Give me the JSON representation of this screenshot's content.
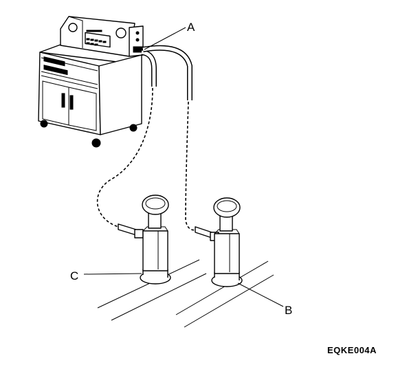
{
  "figure": {
    "callout_a": "A",
    "callout_b": "B",
    "callout_c": "C",
    "code": "EQKE004A"
  }
}
